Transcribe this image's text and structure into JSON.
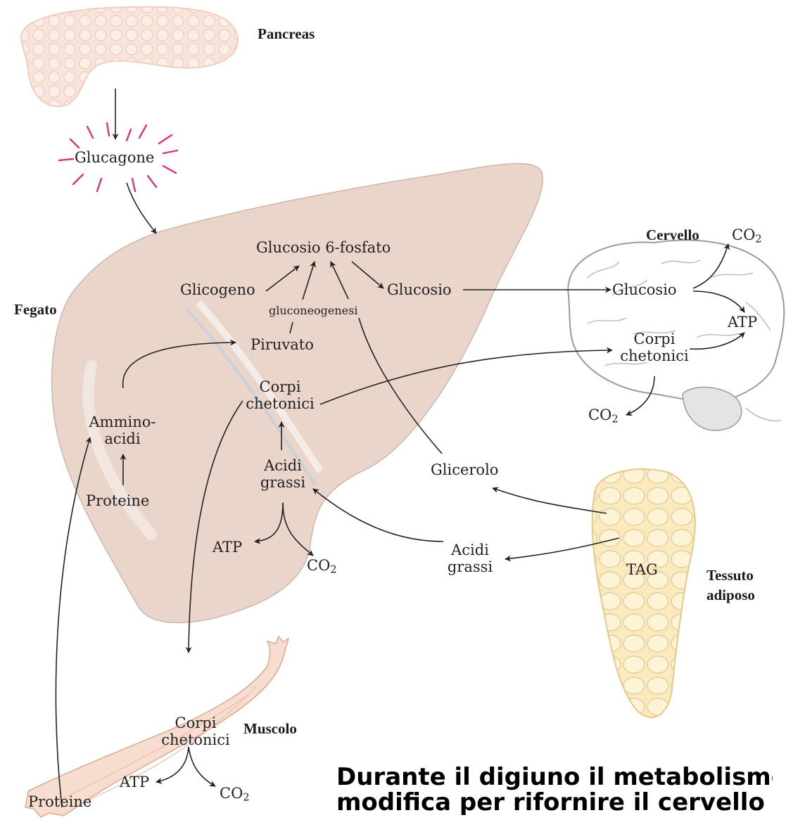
{
  "organs": {
    "pancreas": "Pancreas",
    "liver": "Fegato",
    "brain": "Cervello",
    "adipose_1": "Tessuto",
    "adipose_2": "adiposo",
    "muscle": "Muscolo"
  },
  "liver": {
    "g6p": "Glucosio 6-fosfato",
    "glycogen": "Glicogeno",
    "glucose": "Glucosio",
    "gluconeogenesis": "gluconeogenesi",
    "pyruvate": "Piruvato",
    "ketone_1": "Corpi",
    "ketone_2": "chetonici",
    "amino_1": "Ammino-",
    "amino_2": "acidi",
    "proteins": "Proteine",
    "fatty_1": "Acidi",
    "fatty_2": "grassi",
    "atp": "ATP",
    "co2": "CO",
    "co2_sub": "2"
  },
  "hormone": {
    "glucagon": "Glucagone"
  },
  "brain": {
    "glucose": "Glucosio",
    "ketone_1": "Corpi",
    "ketone_2": "chetonici",
    "atp": "ATP",
    "co2": "CO",
    "co2_sub": "2"
  },
  "adipose": {
    "glycerol": "Glicerolo",
    "fatty_1": "Acidi",
    "fatty_2": "grassi",
    "tag": "TAG"
  },
  "muscle": {
    "ketone_1": "Corpi",
    "ketone_2": "chetonici",
    "atp": "ATP",
    "co2": "CO",
    "co2_sub": "2",
    "proteins": "Proteine"
  },
  "caption": {
    "line1": "Durante il digiuno il metabolismo si",
    "line2": "modifica per rifornire il cervello"
  }
}
